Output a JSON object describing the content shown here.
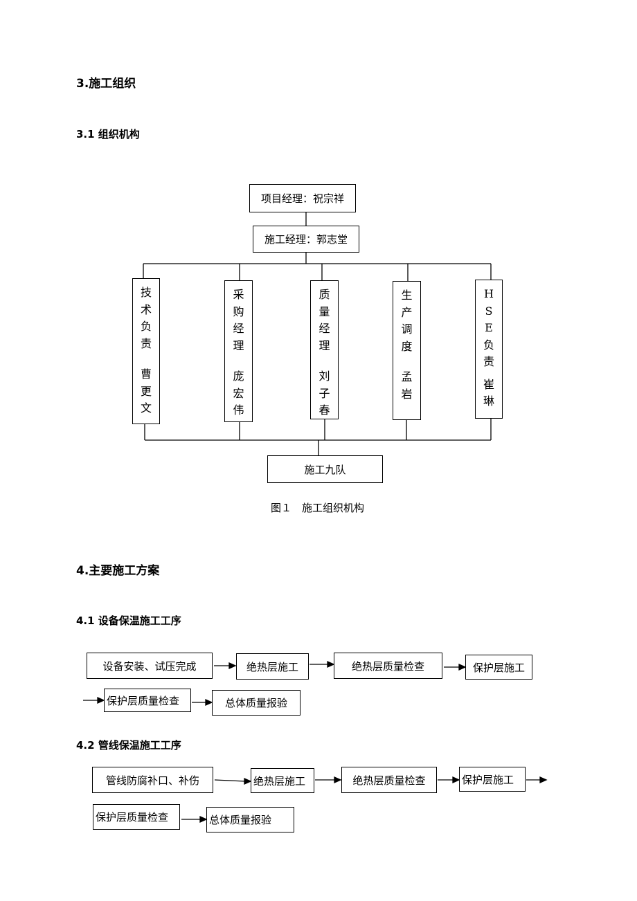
{
  "section3": {
    "heading": "3.施工组织",
    "sub1": "3.1 组织机构",
    "chart": {
      "top_box": "项目经理：祝宗祥",
      "second_box": "施工经理：郭志堂",
      "columns": [
        {
          "role": [
            "技",
            "术",
            "负",
            "责"
          ],
          "name": [
            "曹",
            "更",
            "文"
          ]
        },
        {
          "role": [
            "采",
            "购",
            "经",
            "理"
          ],
          "name": [
            "庞",
            "宏",
            "伟"
          ]
        },
        {
          "role": [
            "质",
            "量",
            "经",
            "理"
          ],
          "name": [
            "刘",
            "子",
            "春"
          ]
        },
        {
          "role": [
            "生",
            "产",
            "调",
            "度"
          ],
          "name": [
            "孟",
            "岩"
          ]
        },
        {
          "role": [
            "H",
            "S",
            "E",
            "负",
            "责"
          ],
          "name": [
            "崔",
            "琳"
          ]
        }
      ],
      "bottom_box": "施工九队",
      "caption": "图１　施工组织机构"
    }
  },
  "section4": {
    "heading": "4.主要施工方案",
    "sub1": {
      "heading": "4.1  设备保温施工工序",
      "steps": [
        "设备安装、试压完成",
        "绝热层施工",
        "绝热层质量检查",
        "保护层施工",
        "保护层质量检查",
        "总体质量报验"
      ]
    },
    "sub2": {
      "heading": "4.2 管线保温施工工序",
      "steps": [
        "管线防腐补口、补伤",
        "绝热层施工",
        "绝热层质量检查",
        "保护层施工",
        "保护层质量检查",
        "总体质量报验"
      ]
    }
  }
}
